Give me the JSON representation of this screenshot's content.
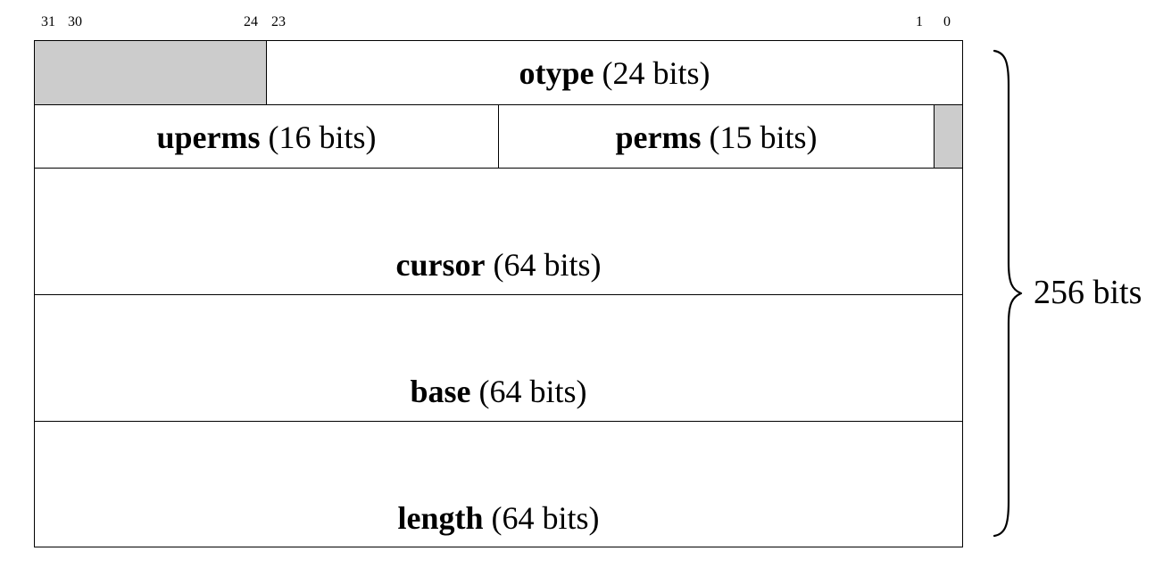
{
  "bit_indices": {
    "b31": "31",
    "b30": "30",
    "b24": "24",
    "b23": "23",
    "b1": "1",
    "b0": "0"
  },
  "fields": {
    "otype": {
      "name": "otype",
      "size": "(24 bits)"
    },
    "uperms": {
      "name": "uperms",
      "size": "(16 bits)"
    },
    "perms": {
      "name": "perms",
      "size": "(15 bits)"
    },
    "cursor": {
      "name": "cursor",
      "size": "(64 bits)"
    },
    "base": {
      "name": "base",
      "size": "(64 bits)"
    },
    "length": {
      "name": "length",
      "size": "(64 bits)"
    }
  },
  "total": "256 bits",
  "colors": {
    "reserved": "#cccccc",
    "line": "#000000"
  }
}
